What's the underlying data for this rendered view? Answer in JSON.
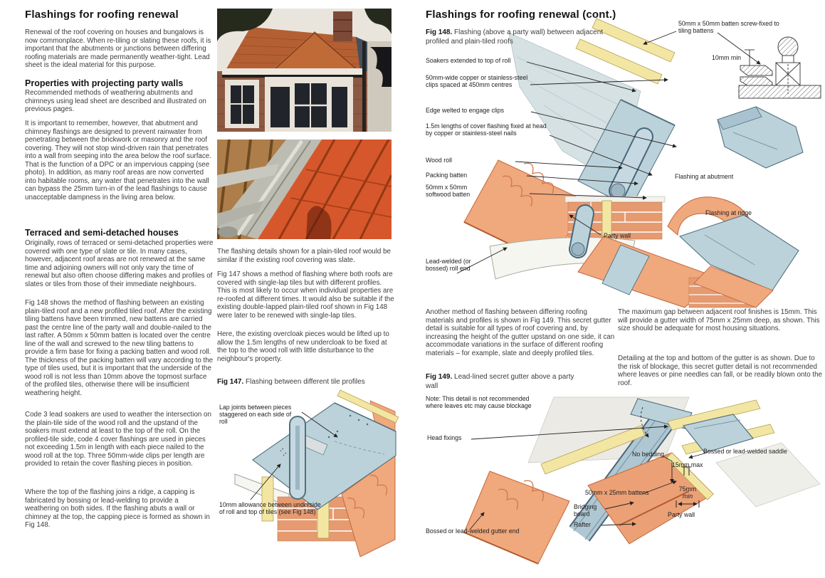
{
  "left": {
    "title": "Flashings for roofing renewal",
    "intro": "Renewal of the roof covering on houses and bungalows is now commonplace. When re-tiling or slating these roofs, it is important that the abutments or junctions between differing roofing materials are made permanently weather-tight. Lead sheet is the ideal material for this purpose.",
    "party_heading": "Properties with projecting party walls",
    "party_p1": "Recommended methods of weathering abutments and chimneys using lead sheet are described and illustrated on previous pages.",
    "party_p2": "It is important to remember, however, that abutment and chimney flashings are designed to prevent rainwater from penetrating between the brickwork or masonry and the roof covering. They will not stop wind-driven rain that penetrates into a wall from seeping into the area below the roof surface. That is the function of a DPC or an impervious capping (see photo). In addition, as many roof areas are now converted into habitable rooms, any water that penetrates into the wall can bypass the 25mm turn-in of the lead flashings to cause unacceptable dampness in the living area below.",
    "terraced_heading": "Terraced and semi-detached houses",
    "terraced_p1": "Originally, rows of terraced or semi-detached properties were covered with one type of slate or tile. In many cases, however, adjacent roof areas are not renewed at the same time and adjoining owners will not only vary the time of renewal but also often choose differing makes and profiles of slates or tiles from those of their immediate neighbours.",
    "terraced_p2": "Fig 148 shows the method of flashing between an existing plain-tiled roof and a new profiled tiled roof. After the existing tiling battens have been trimmed, new battens are carried past the centre line of the party wall and double-nailed to the last rafter. A 50mm x 50mm batten is located over the centre line of the wall and screwed to the new tiling battens to provide a firm base for fixing a packing batten and wood roll. The thickness of the packing batten will vary according to the type of tiles used, but it is important that the underside of the wood roll is not less than 10mm above the topmost surface of the profiled tiles, otherwise there will be insufficient weathering height.",
    "terraced_p3": "Code 3 lead soakers are used to weather the intersection on the plain-tile side of the wood roll and the upstand of the soakers must extend at least to the top of the roll. On the profiled-tile side, code 4 cover flashings are used in pieces not exceeding 1.5m in length with each piece nailed to the wood roll at the top. Three 50mm-wide clips per length are provided to retain the cover flashing pieces in position.",
    "terraced_p4": "Where the top of the flashing joins a ridge, a capping is fabricated by bossing or lead-welding to provide a weathering on both sides. If the flashing abuts a wall or chimney at the top, the capping piece is formed as shown in Fig 148."
  },
  "mid": {
    "p1": "The flashing details shown for a plain-tiled roof would be similar if the existing roof covering was slate.",
    "p2": "Fig 147 shows a method of flashing where both roofs are covered with single-lap tiles but with different profiles. This is most likely to occur when individual properties are re-roofed at different times. It would also be suitable if the existing double-lapped plain-tiled roof shown in Fig 148 were later to be renewed with single-lap tiles.",
    "p3": "Here, the existing overcloak pieces would be lifted up to allow the 1.5m lengths of new undercloak to be fixed at the top to the wood roll with little disturbance to the neighbour's property.",
    "fig147": {
      "cap_b": "Fig 147.",
      "cap_t": " Flashing between different tile profiles",
      "lbl_lap": "Lap joints between pieces staggered on each side of roll",
      "lbl_10mm": "10mm allowance between underside of roll and top of tiles (see Fig 148)"
    }
  },
  "right": {
    "title": "Flashings for roofing renewal (cont.)",
    "fig148": {
      "cap_b": "Fig 148.",
      "cap_t": " Flashing (above a party wall) between adjacent profiled and plain-tiled roofs",
      "soakers": "Soakers extended to top of roll",
      "clips": "50mm-wide copper or stainless-steel clips spaced at 450mm centres",
      "edge": "Edge welted to engage clips",
      "cover": "1.5m lengths of cover flashing fixed at head by copper or stainless-steel nails",
      "wood_roll": "Wood roll",
      "packing": "Packing batten",
      "softwood": "50mm x 50mm softwood batten",
      "party_wall": "Party wall",
      "roll_end": "Lead-welded (or bossed) roll end",
      "abutment": "Flashing at abutment",
      "ridge": "Flashing at ridge",
      "inset_batten": "50mm x 50mm batten screw-fixed to tiling battens",
      "inset_10mm": "10mm min"
    },
    "below": {
      "p_left": "Another method of flashing between differing roofing materials and profiles is shown in Fig 149. This secret gutter detail is suitable for all types of roof covering and, by increasing the height of the gutter upstand on one side, it can accommodate variations in the surface of different roofing materials – for example, slate and deeply profiled tiles.",
      "p_r1": "The maximum gap between adjacent roof finishes is 15mm. This will provide a gutter width of 75mm x 25mm deep, as shown. This size should be adequate for most housing situations.",
      "p_r2": "Detailing at the top and bottom of the gutter is as shown. Due to the risk of blockage, this secret gutter detail is not recommended where leaves or pine needles can fall, or be readily blown onto the roof."
    },
    "fig149": {
      "cap_b": "Fig 149.",
      "cap_t": " Lead-lined secret gutter above a party wall",
      "note": "Note: This detail is not recommended where leaves etc may cause blockage",
      "head": "Head fixings",
      "no_bedding": "No bedding",
      "battens": "50mm x 25mm battens",
      "bridging": "Bridging board",
      "rafter": "Rafter",
      "dim15": "15mm max",
      "dim75a": "75mm",
      "dim75b": "min",
      "party_wall": "Party wall",
      "saddle": "Bossed or lead-welded saddle",
      "gutter_end": "Bossed or lead-welded gutter end"
    }
  }
}
